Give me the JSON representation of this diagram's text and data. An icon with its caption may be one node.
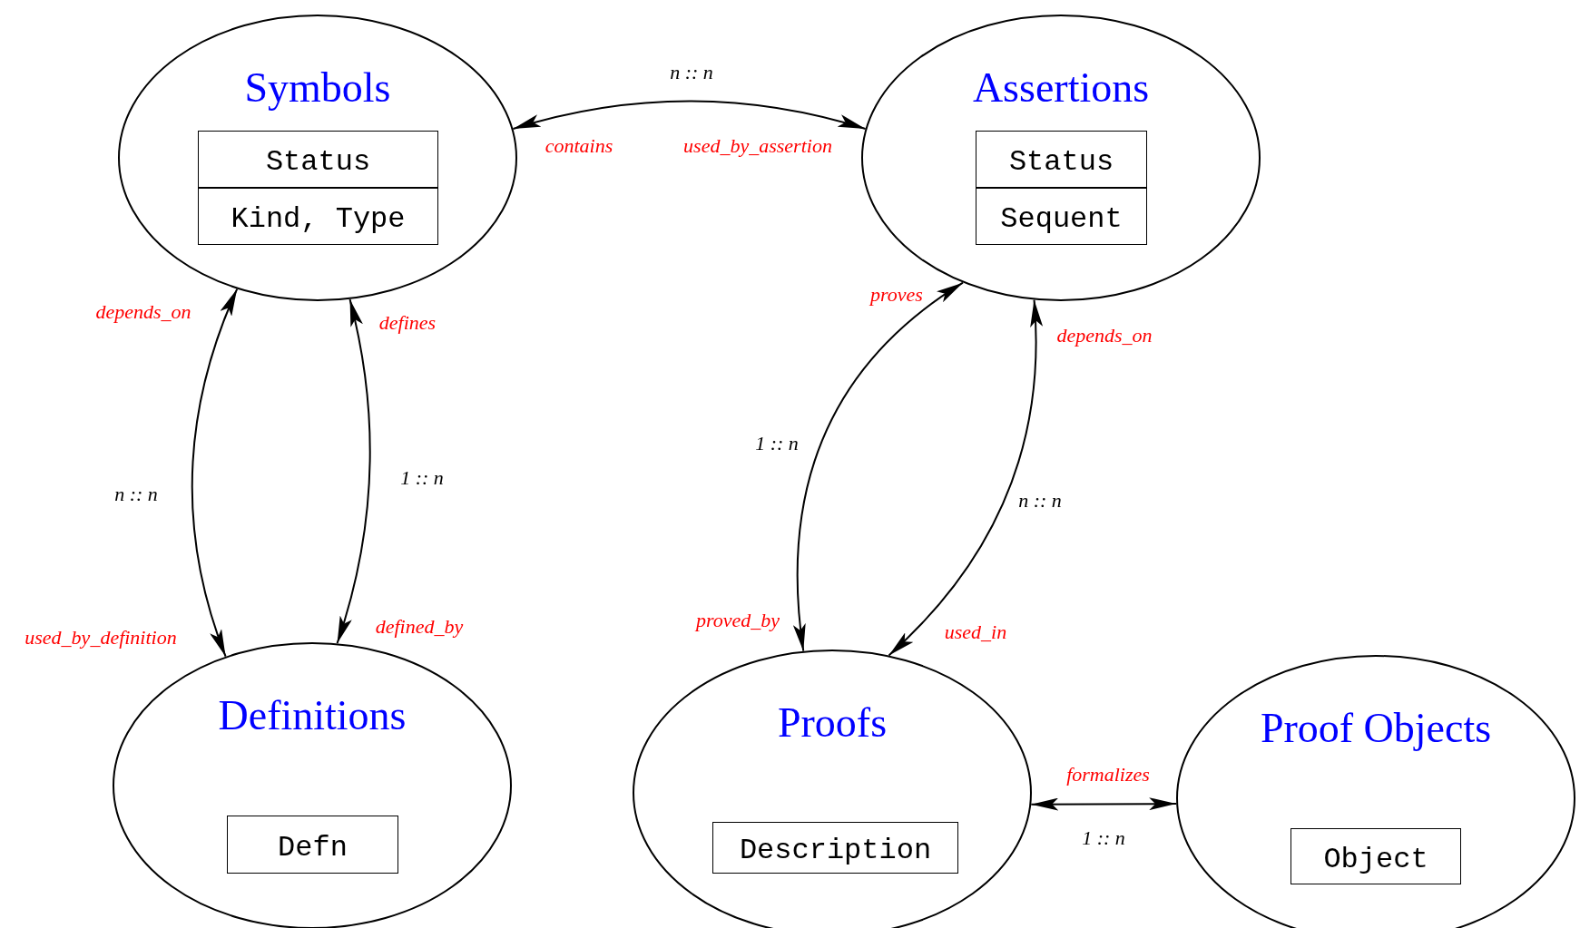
{
  "diagram": {
    "nodes": [
      {
        "text": [
          "Symbols"
        ]
      },
      {
        "text": [
          "Status"
        ],
        "in": 0
      },
      {
        "text": [
          "Kind, Type"
        ],
        "in": 0
      },
      {
        "text": [
          "Assertions"
        ]
      },
      {
        "text": [
          "Status"
        ],
        "in": 3
      },
      {
        "text": [
          "Sequent"
        ],
        "in": 3
      },
      {
        "text": [
          "Definitions"
        ]
      },
      {
        "text": [
          "Defn"
        ],
        "in": 6
      },
      {
        "text": [
          "Proofs"
        ]
      },
      {
        "text": [
          "Description"
        ],
        "in": 8
      },
      {
        "text": [
          "Proof Objects"
        ]
      },
      {
        "text": [
          "Object"
        ],
        "in": 10
      }
    ],
    "edges": [
      {
        "from": 0,
        "to": 3,
        "arrow": "both",
        "label": "n :: n"
      },
      {
        "from": 0,
        "to": 6,
        "arrow": "both",
        "label": "n :: n"
      },
      {
        "from": 0,
        "to": 6,
        "arrow": "both",
        "label": "1 :: n"
      },
      {
        "from": 3,
        "to": 8,
        "arrow": "both",
        "label": "1 :: n"
      },
      {
        "from": 3,
        "to": 8,
        "arrow": "both",
        "label": "n :: n"
      },
      {
        "from": 8,
        "to": 10,
        "arrow": "both",
        "label": "1 :: n"
      }
    ],
    "labels": [
      "contains",
      "used_by_assertion",
      "proves",
      "depends_on",
      "defines",
      "depends_on",
      "defined_by",
      "proved_by",
      "used_by_definition",
      "used_in",
      "formalizes"
    ]
  }
}
